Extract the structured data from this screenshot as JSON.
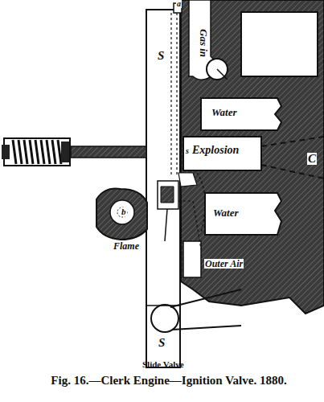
{
  "diagram": {
    "caption": "Fig. 16.—Clerk Engine—Ignition Valve. 1880.",
    "labels": [
      "a",
      "Gas in",
      "S",
      "Water",
      "s",
      "Explosion",
      "C",
      "Water",
      "b",
      "Flame",
      "Outer Air",
      "S",
      "Slide Valve"
    ]
  }
}
